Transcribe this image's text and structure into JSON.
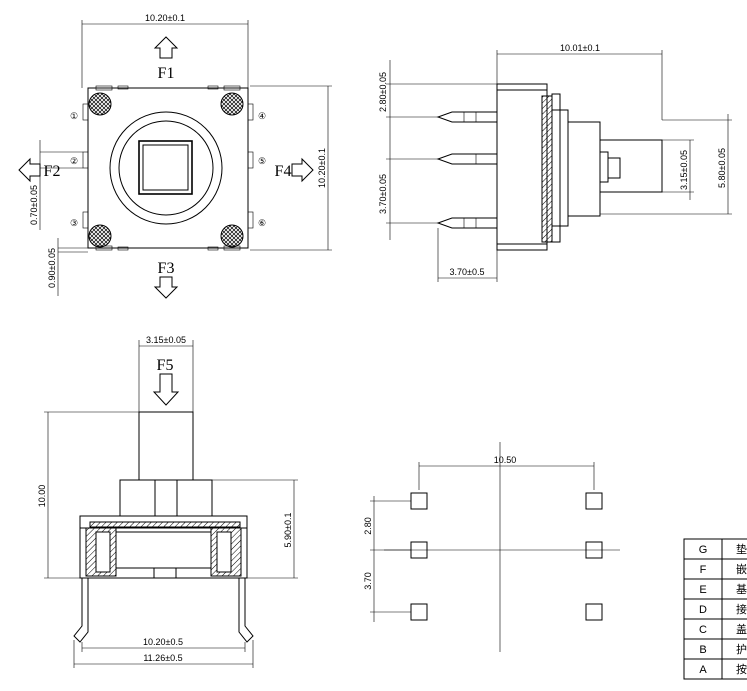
{
  "top_view": {
    "width_dim": "10.20±0.1",
    "height_dim": "10.20±0.1",
    "dim_070": "0.70±0.05",
    "dim_090": "0.90±0.05",
    "forces": {
      "f1": "F1",
      "f2": "F2",
      "f3": "F3",
      "f4": "F4"
    },
    "circled": [
      "①",
      "②",
      "③",
      "④",
      "⑤",
      "⑥"
    ]
  },
  "side_view": {
    "width_dim": "10.01±0.1",
    "dim_280": "2.80±0.05",
    "dim_370v": "3.70±0.05",
    "dim_370h": "3.70±0.5",
    "dim_315": "3.15±0.05",
    "dim_580": "5.80±0.05"
  },
  "front_view": {
    "dim_315": "3.15±0.05",
    "force": "F5",
    "dim_1000": "10.00",
    "dim_590": "5.90±0.1",
    "dim_1020": "10.20±0.5",
    "dim_1126": "11.26±0.5"
  },
  "footprint": {
    "dim_1050": "10.50",
    "dim_280": "2.80",
    "dim_370": "3.70"
  },
  "bom_table": {
    "rows": [
      {
        "code": "G",
        "name": "垫"
      },
      {
        "code": "F",
        "name": "嵌"
      },
      {
        "code": "E",
        "name": "基"
      },
      {
        "code": "D",
        "name": "接"
      },
      {
        "code": "C",
        "name": "盖"
      },
      {
        "code": "B",
        "name": "护"
      },
      {
        "code": "A",
        "name": "按"
      }
    ]
  }
}
